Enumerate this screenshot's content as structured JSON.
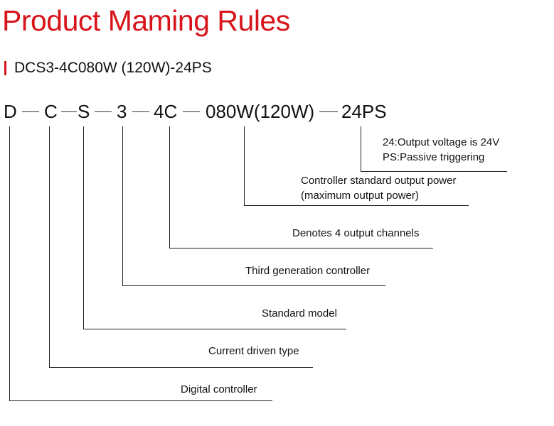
{
  "title": "Product Maming Rules",
  "subtitle": "DCS3-4C080W (120W)-24PS",
  "code_parts": [
    "D",
    "C",
    "S",
    "3",
    "4C",
    "080W(120W)",
    "24PS"
  ],
  "descriptions": {
    "output_voltage": "24:Output voltage is 24V",
    "triggering": "PS:Passive triggering",
    "power_1": "Controller standard output power",
    "power_2": "(maximum output power)",
    "channels": "Denotes 4 output channels",
    "generation": "Third generation controller",
    "model": "Standard model",
    "drive": "Current driven type",
    "digital": "Digital controller"
  },
  "colors": {
    "accent": "#d7141a",
    "text": "#111111",
    "line": "#222222"
  }
}
